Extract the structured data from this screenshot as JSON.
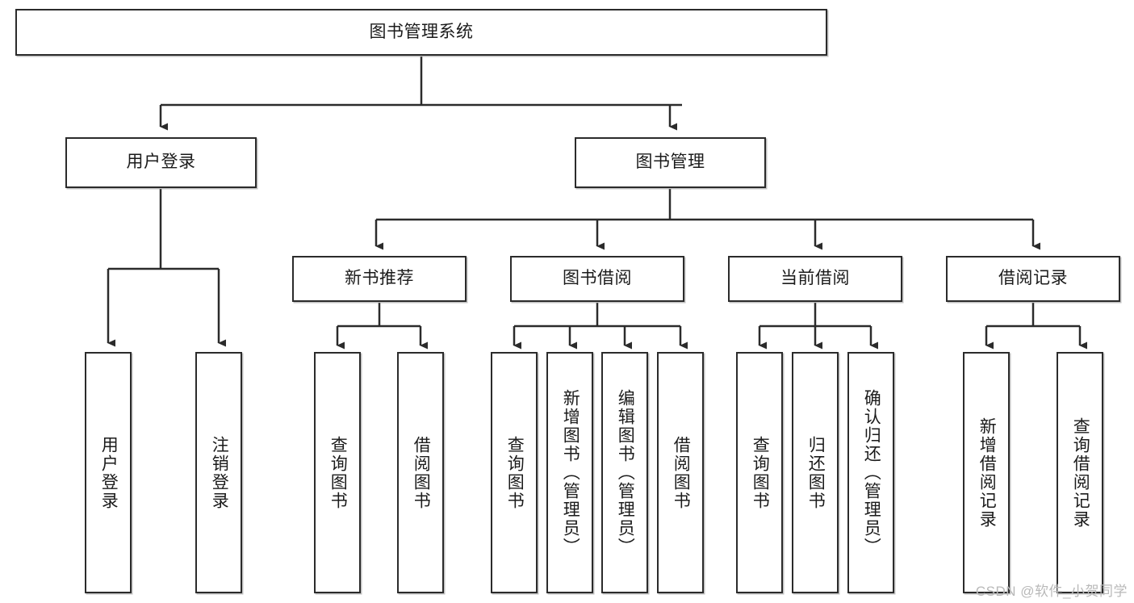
{
  "diagram": {
    "title": "图书管理系统",
    "type": "tree-structure-chart",
    "colors": {
      "box_border": "#2b2b2b",
      "box_fill": "#ffffff",
      "connector": "#2b2b2b",
      "canvas": "#ffffff",
      "watermark": "#b9b9b9"
    },
    "root": {
      "label": "图书管理系统"
    },
    "level2": [
      {
        "label": "用户登录"
      },
      {
        "label": "图书管理"
      }
    ],
    "level3": [
      {
        "label": "新书推荐"
      },
      {
        "label": "图书借阅"
      },
      {
        "label": "当前借阅"
      },
      {
        "label": "借阅记录"
      }
    ],
    "leaves": {
      "user_login": [
        {
          "label": "用户登录"
        },
        {
          "label": "注销登录"
        }
      ],
      "new_book_recommend": [
        {
          "label": "查询图书"
        },
        {
          "label": "借阅图书"
        }
      ],
      "book_borrow": [
        {
          "label": "查询图书"
        },
        {
          "label": "新增图书（管理员）"
        },
        {
          "label": "编辑图书（管理员）"
        },
        {
          "label": "借阅图书"
        }
      ],
      "current_borrow": [
        {
          "label": "查询图书"
        },
        {
          "label": "归还图书"
        },
        {
          "label": "确认归还（管理员）"
        }
      ],
      "borrow_record": [
        {
          "label": "新增借阅记录"
        },
        {
          "label": "查询借阅记录"
        }
      ]
    }
  },
  "watermark": {
    "text": "CSDN @软件_小贺同学"
  }
}
